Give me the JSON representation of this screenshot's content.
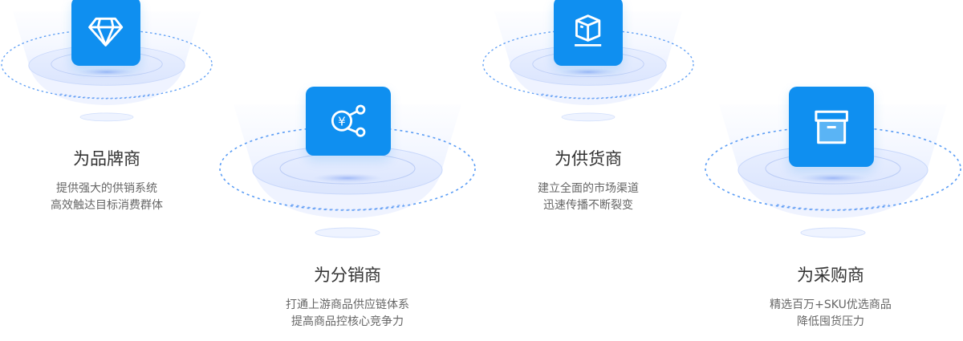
{
  "cards": [
    {
      "title": "为品牌商",
      "lines": [
        "提供强大的供销系统",
        "高效触达目标消费群体"
      ],
      "icon": "diamond-icon"
    },
    {
      "title": "为分销商",
      "lines": [
        "打通上游商品供应链体系",
        "提高商品控核心竞争力"
      ],
      "icon": "yuan-network-icon"
    },
    {
      "title": "为供货商",
      "lines": [
        "建立全面的市场渠道",
        "迅速传播不断裂变"
      ],
      "icon": "package-icon"
    },
    {
      "title": "为采购商",
      "lines": [
        "精选百万+SKU优选商品",
        "降低囤货压力"
      ],
      "icon": "archive-box-icon"
    }
  ],
  "colors": {
    "accent": "#0f8ff0",
    "dash": "#5b9df5"
  }
}
